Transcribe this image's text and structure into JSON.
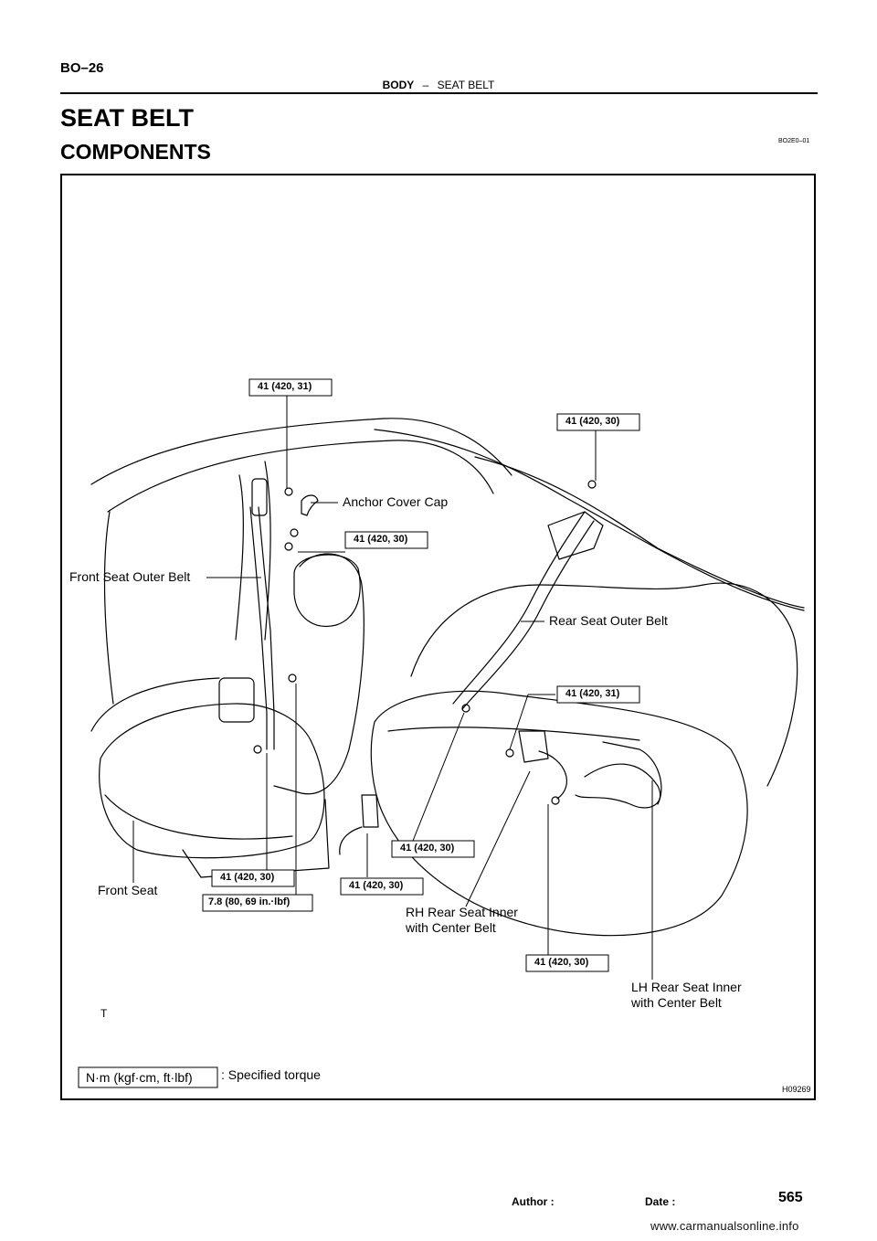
{
  "header": {
    "page_code": "BO–26",
    "section": "BODY",
    "dash": "–",
    "subsection": "SEAT BELT"
  },
  "title": "SEAT BELT",
  "subtitle": "COMPONENTS",
  "doc_id": "BO2E0–01",
  "figure": {
    "figure_id": "H09269",
    "labels": {
      "anchor_cover_cap": "Anchor Cover Cap",
      "front_seat_outer_belt": "Front Seat Outer Belt",
      "rear_seat_outer_belt": "Rear Seat Outer Belt",
      "front_seat": "Front Seat",
      "rh_rear_inner_1": "RH Rear Seat Inner",
      "rh_rear_inner_2": "with Center Belt",
      "lh_rear_inner_1": "LH Rear Seat Inner",
      "lh_rear_inner_2": "with Center Belt"
    },
    "torques": {
      "t1": "41 (420, 31)",
      "t2": "41 (420, 30)",
      "t3": "41 (420, 30)",
      "t4": "41 (420, 31)",
      "t5": "41 (420, 30)",
      "t6": "41 (420, 30)",
      "t7": "7.8 (80, 69 in.·lbf)",
      "t8": "41 (420, 30)",
      "t9": "41 (420, 30)"
    },
    "legend_box": "N·m (kgf·cm, ft·lbf)",
    "legend_text": ": Specified torque",
    "small_mark": "T"
  },
  "footer": {
    "author": "Author :",
    "date": "Date :",
    "page": "565"
  },
  "watermark": "www.carmanualsonline.info"
}
